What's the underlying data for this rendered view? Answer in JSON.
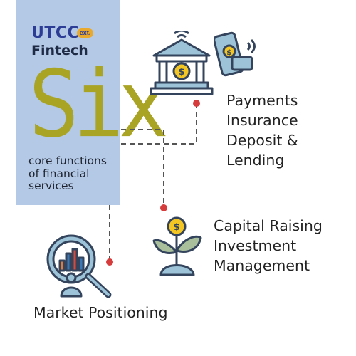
{
  "brand": {
    "name": "UTCC",
    "badge": "ext.",
    "product": "Fintech"
  },
  "headline": "Six",
  "tagline": [
    "core functions",
    "of financial",
    "services"
  ],
  "groups": [
    {
      "id": "payments",
      "lines": [
        "Payments",
        "Insurance",
        "Deposit &",
        "Lending"
      ],
      "icons": [
        "bank-icon",
        "mobile-payment-icon"
      ]
    },
    {
      "id": "capital",
      "lines": [
        "Capital Raising",
        "Investment",
        "Management"
      ],
      "icons": [
        "money-plant-icon"
      ]
    },
    {
      "id": "market",
      "lines": [
        "Market Positioning"
      ],
      "icons": [
        "market-analysis-icon"
      ]
    }
  ],
  "colors": {
    "panel": "#b3c9e6",
    "headline": "#a9a424",
    "brand": "#2d3c95",
    "badge": "#e9a92c",
    "connector": "#555555",
    "dot": "#d63c3c",
    "icon_fill": "#9cc3d8",
    "icon_stroke": "#34445c"
  }
}
